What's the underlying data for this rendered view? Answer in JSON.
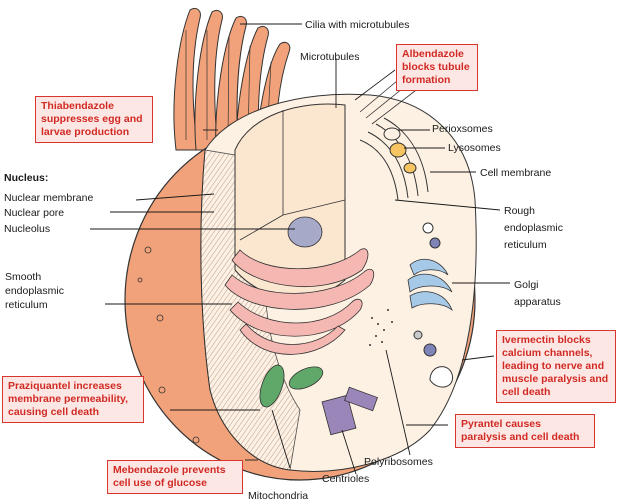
{
  "labels": {
    "cilia": "Cilia with microtubules",
    "microtubules": "Microtubules",
    "perioxsomes": "Perioxsomes",
    "lysosomes": "Lysosomes",
    "cell_membrane": "Cell membrane",
    "rough_er": "Rough\nendoplasmic\nreticulum",
    "golgi": "Golgi\napparatus",
    "nucleus_heading": "Nucleus:",
    "nuclear_membrane": "Nuclear membrane",
    "nuclear_pore": "Nuclear pore",
    "nucleolus": "Nucleolus",
    "smooth_er": "Smooth\nendoplasmic\nreticulum",
    "polyribosomes": "Polyribosomes",
    "centrioles": "Centrioles",
    "mitochondria": "Mitochondria"
  },
  "drug_boxes": {
    "albendazole": "Albendazole\nblocks tubule\nformation",
    "thiabendazole": "Thiabendazole\nsuppresses egg and\nlarvae production",
    "ivermectin": "Ivermectin blocks\ncalcium channels,\nleading to nerve and\nmuscle paralysis and\ncell death",
    "praziquantel": "Praziquantel increases\nmembrane permeability,\ncausing cell death",
    "pyrantel": "Pyrantel causes\nparalysis and cell death",
    "mebendazole": "Mebendazole prevents\ncell use of glucose"
  },
  "colors": {
    "outer_membrane": "#f2a27a",
    "cytoplasm": "#fdf1e3",
    "nucleus_fill": "#fbe6d0",
    "er": "#f4b7b2",
    "box_border": "#d9352f",
    "box_text": "#d12a24",
    "box_fill": "#fde7e4"
  }
}
